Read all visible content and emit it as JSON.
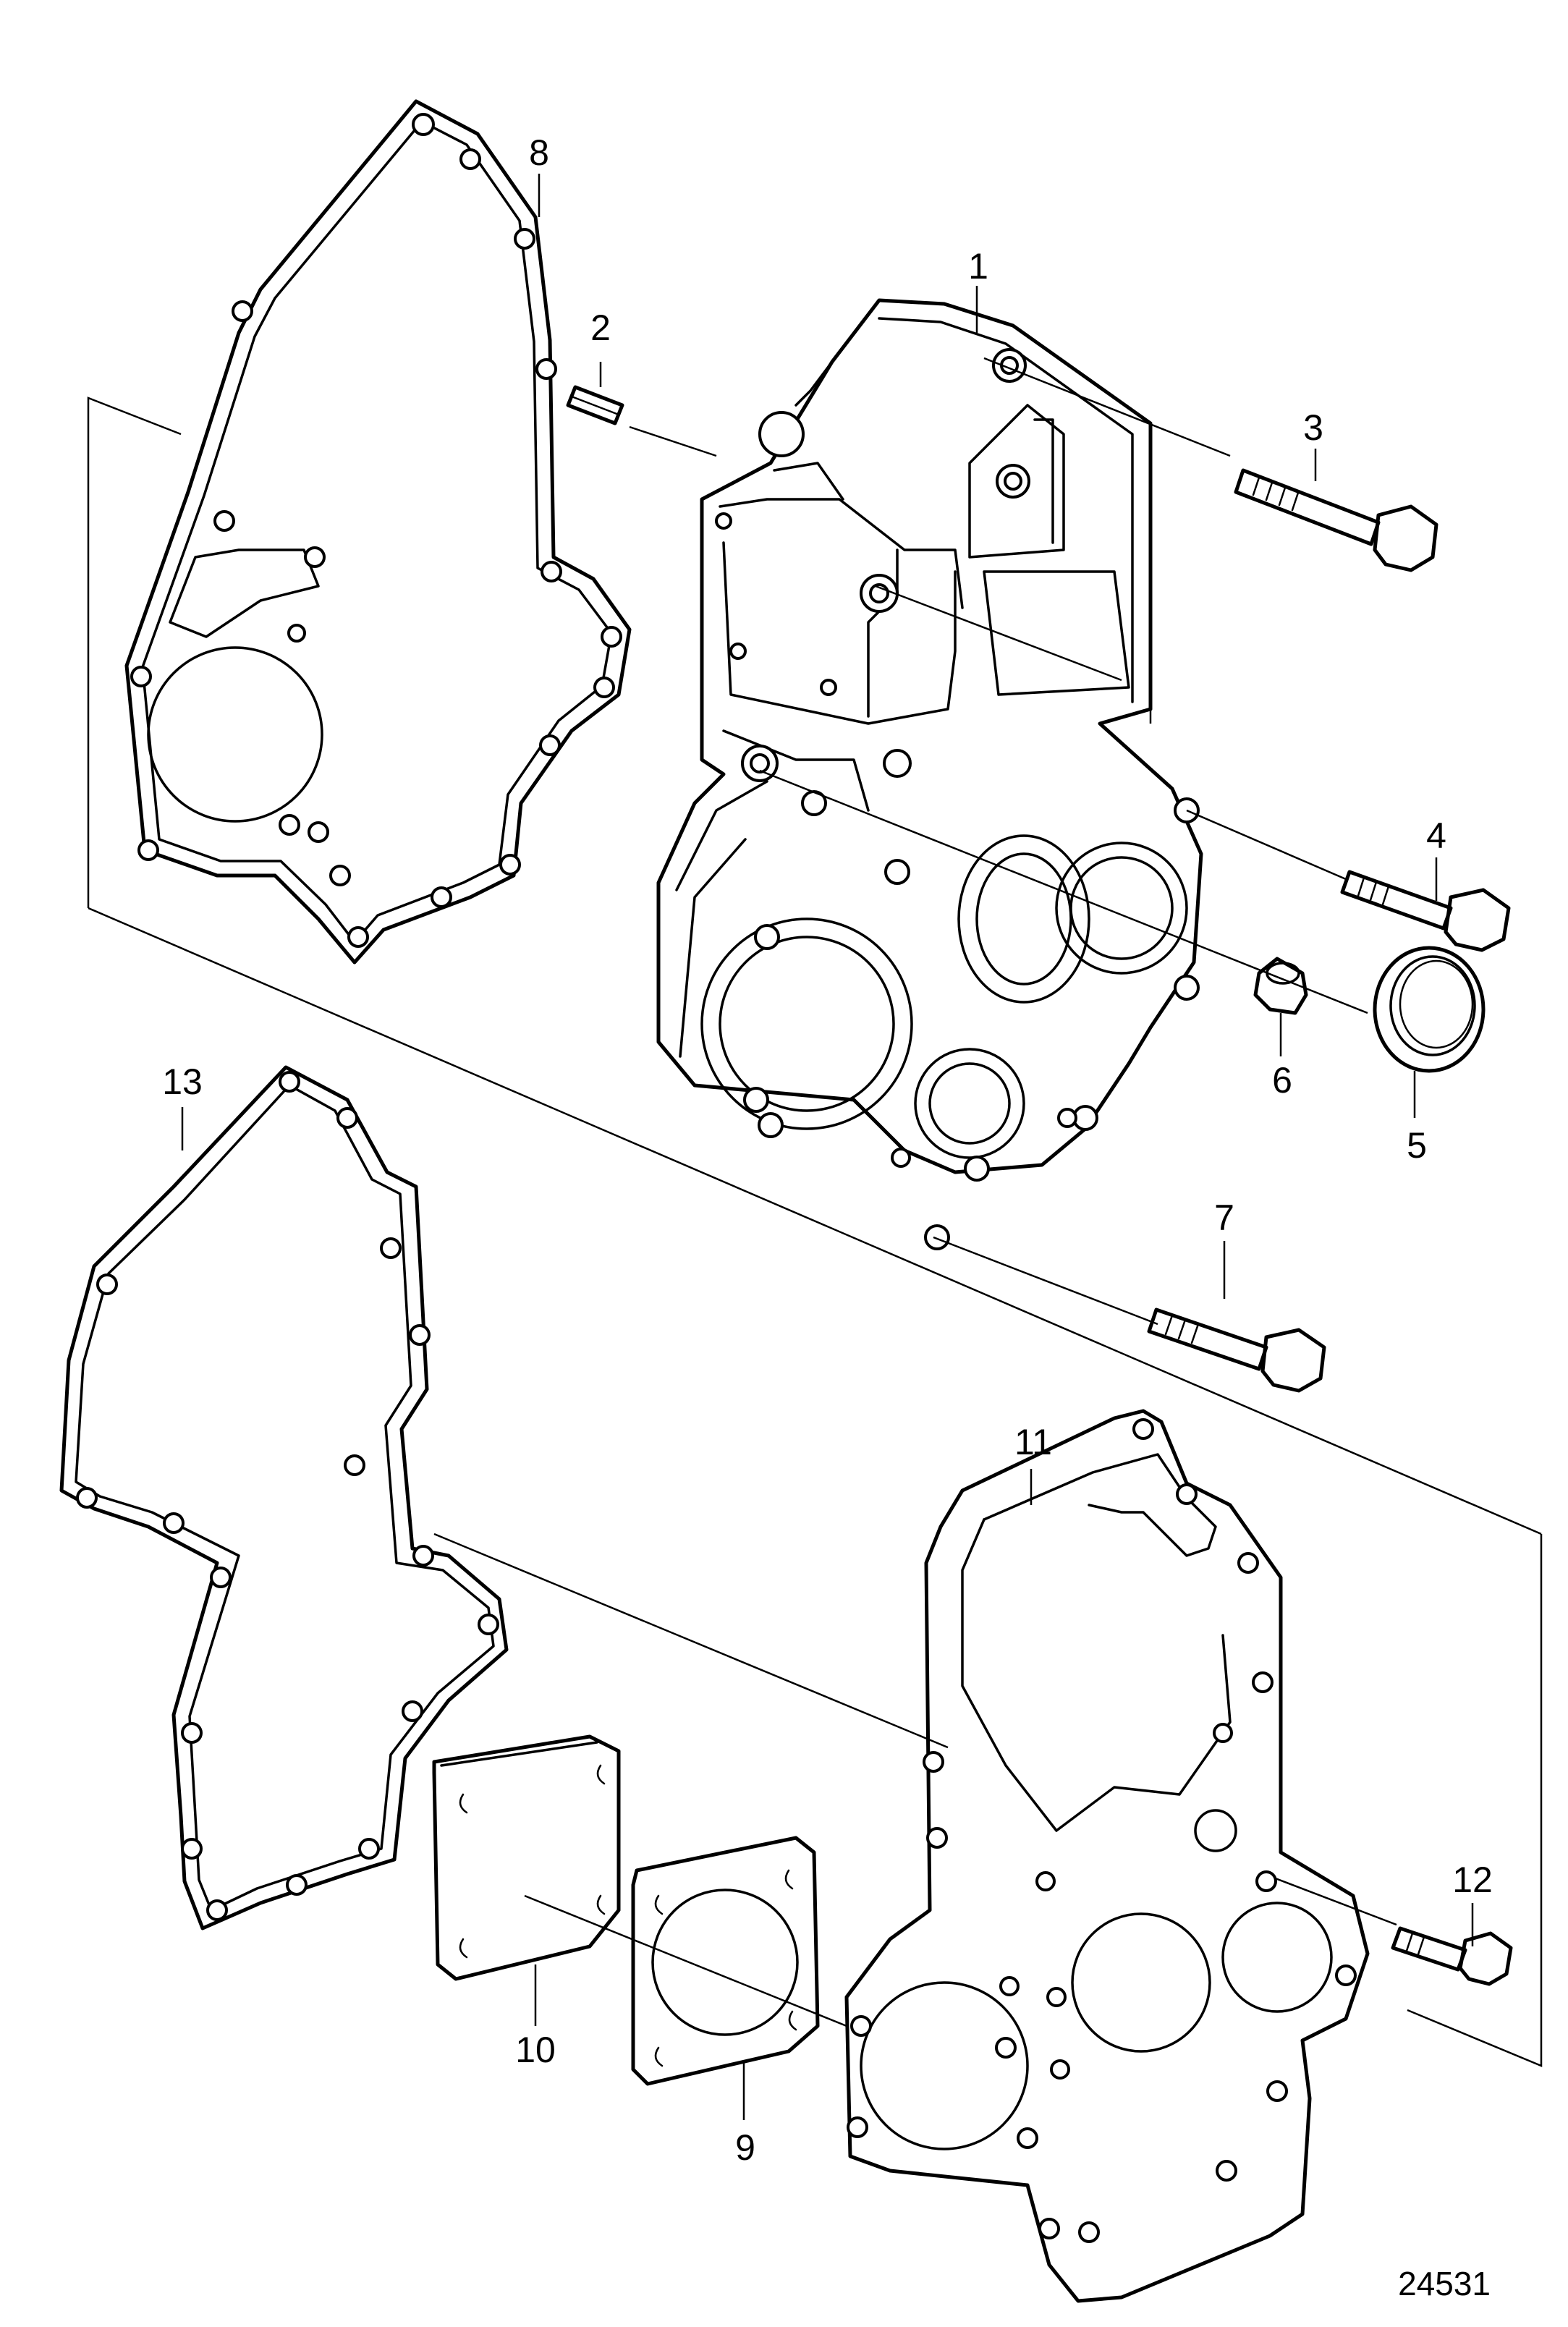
{
  "labels": {
    "p1": "1",
    "p2": "2",
    "p3": "3",
    "p4": "4",
    "p5": "5",
    "p6": "6",
    "p7": "7",
    "p8": "8",
    "p9": "9",
    "p10": "10",
    "p11": "11",
    "p12": "12",
    "p13": "13"
  },
  "reference_number": "24531"
}
